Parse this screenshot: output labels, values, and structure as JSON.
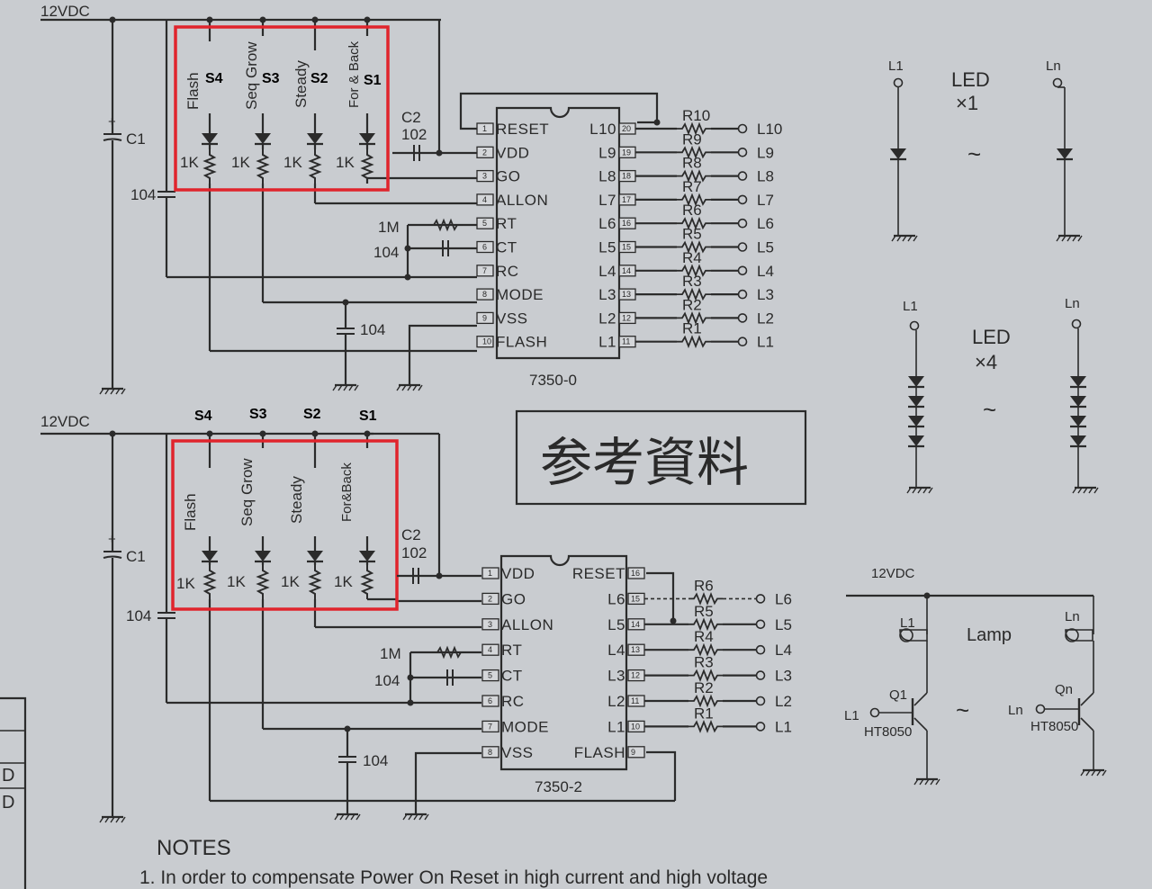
{
  "page": {
    "background": "#c9ccd0",
    "highlight_color": "#e0242c",
    "ink": "#2b2b2b"
  },
  "circuit1": {
    "supply": "12VDC",
    "cap_c1": "C1",
    "cap_104_left": "104",
    "switch_labels": [
      "Flash",
      "Seq Grow",
      "Steady",
      "For & Back"
    ],
    "switch_ids": [
      "S4",
      "S3",
      "S2",
      "S1"
    ],
    "resistor_1k": "1K",
    "cap_c2": "C2",
    "cap_c2_value": "102",
    "rt_value": "1M",
    "ct_value": "104",
    "vss_cap": "104",
    "left_pins": [
      {
        "num": "1",
        "name": "RESET"
      },
      {
        "num": "2",
        "name": "VDD"
      },
      {
        "num": "3",
        "name": "GO"
      },
      {
        "num": "4",
        "name": "ALLON"
      },
      {
        "num": "5",
        "name": "RT"
      },
      {
        "num": "6",
        "name": "CT"
      },
      {
        "num": "7",
        "name": "RC"
      },
      {
        "num": "8",
        "name": "MODE"
      },
      {
        "num": "9",
        "name": "VSS"
      },
      {
        "num": "10",
        "name": "FLASH"
      }
    ],
    "right_pins": [
      {
        "num": "20",
        "name": "L10",
        "res": "R10",
        "out": "L10"
      },
      {
        "num": "19",
        "name": "L9",
        "res": "R9",
        "out": "L9"
      },
      {
        "num": "18",
        "name": "L8",
        "res": "R8",
        "out": "L8"
      },
      {
        "num": "17",
        "name": "L7",
        "res": "R7",
        "out": "L7"
      },
      {
        "num": "16",
        "name": "L6",
        "res": "R6",
        "out": "L6"
      },
      {
        "num": "15",
        "name": "L5",
        "res": "R5",
        "out": "L5"
      },
      {
        "num": "14",
        "name": "L4",
        "res": "R4",
        "out": "L4"
      },
      {
        "num": "13",
        "name": "L3",
        "res": "R3",
        "out": "L3"
      },
      {
        "num": "12",
        "name": "L2",
        "res": "R2",
        "out": "L2"
      },
      {
        "num": "11",
        "name": "L1",
        "res": "R1",
        "out": "L1"
      }
    ],
    "chip_name": "7350-0"
  },
  "circuit2": {
    "supply": "12VDC",
    "cap_c1": "C1",
    "cap_104_left": "104",
    "switch_ids": [
      "S4",
      "S3",
      "S2",
      "S1"
    ],
    "switch_labels": [
      "Flash",
      "Seq Grow",
      "Steady",
      "For&Back"
    ],
    "resistor_1k": "1K",
    "cap_c2": "C2",
    "cap_c2_value": "102",
    "rt_value": "1M",
    "ct_value": "104",
    "vss_cap": "104",
    "left_pins": [
      {
        "num": "1",
        "name": "VDD"
      },
      {
        "num": "2",
        "name": "GO"
      },
      {
        "num": "3",
        "name": "ALLON"
      },
      {
        "num": "4",
        "name": "RT"
      },
      {
        "num": "5",
        "name": "CT"
      },
      {
        "num": "6",
        "name": "RC"
      },
      {
        "num": "7",
        "name": "MODE"
      },
      {
        "num": "8",
        "name": "VSS"
      }
    ],
    "right_pins": [
      {
        "num": "16",
        "name": "RESET",
        "res": "",
        "out": ""
      },
      {
        "num": "15",
        "name": "L6",
        "res": "R6",
        "out": "L6"
      },
      {
        "num": "14",
        "name": "L5",
        "res": "R5",
        "out": "L5"
      },
      {
        "num": "13",
        "name": "L4",
        "res": "R4",
        "out": "L4"
      },
      {
        "num": "12",
        "name": "L3",
        "res": "R3",
        "out": "L3"
      },
      {
        "num": "11",
        "name": "L2",
        "res": "R2",
        "out": "L2"
      },
      {
        "num": "10",
        "name": "L1",
        "res": "R1",
        "out": "L1"
      },
      {
        "num": "9",
        "name": "FLASH",
        "res": "",
        "out": ""
      }
    ],
    "chip_name": "7350-2"
  },
  "led_panel_1": {
    "left": "L1",
    "right": "Ln",
    "title": "LED",
    "count": "×1",
    "tilde": "~"
  },
  "led_panel_4": {
    "left": "L1",
    "right": "Ln",
    "title": "LED",
    "count": "×4",
    "tilde": "~"
  },
  "reference_stamp": "参考資料",
  "lamp_panel": {
    "supply": "12VDC",
    "lamp_left": "L1",
    "lamp_right": "Ln",
    "title": "Lamp",
    "q_left": "Q1",
    "q_right": "Qn",
    "in_left": "L1",
    "in_right": "Ln",
    "part_left": "HT8050",
    "part_right": "HT8050",
    "tilde": "~"
  },
  "left_edge_fragments": [
    "D",
    "D"
  ],
  "notes": {
    "title": "NOTES",
    "line1": "1.  In order to compensate Power On Reset in high current and high voltage"
  }
}
